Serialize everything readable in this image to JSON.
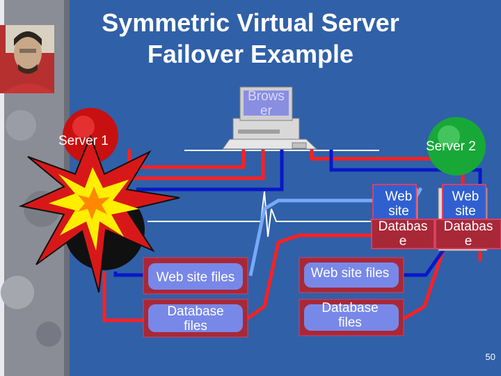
{
  "slide": {
    "title_line1": "Symmetric Virtual Server",
    "title_line2": "Failover Example",
    "page_number": "50"
  },
  "browser": {
    "label_line1": "Brows",
    "label_line2": "er"
  },
  "servers": {
    "server1_label": "Server 1",
    "server2_label": "Server 2"
  },
  "server1_share": {
    "web_files_label": "Web site files",
    "database_label_line1": "Database",
    "database_label_line2": "files"
  },
  "server2_share": {
    "web_files_label": "Web site files",
    "database_label_line1": "Database",
    "database_label_line2": "files"
  },
  "virtual_server_a": {
    "web_line1": "Web",
    "web_line2": "site",
    "db_line1": "Databas",
    "db_line2": "e"
  },
  "virtual_server_b": {
    "web_line1": "Web",
    "web_line2": "site",
    "db_line1": "Databas",
    "db_line2": "e"
  },
  "colors": {
    "background": "#3060a8",
    "server1_red": "#c81010",
    "server2_green": "#18a838",
    "link_red": "#ff2020",
    "link_blue": "#0818c8",
    "link_lightblue": "#78a8f8",
    "cylinder_fill": "#7888e8",
    "cylinder_frame_red": "#a82838",
    "explosion_yellow": "#ffee00"
  },
  "icons": {
    "presenter": "presenter-photo",
    "browser_pc": "desktop-computer-icon",
    "failure": "explosion-icon",
    "storage": "disk-cylinder-icon",
    "server_box": "server-tower-icon"
  }
}
